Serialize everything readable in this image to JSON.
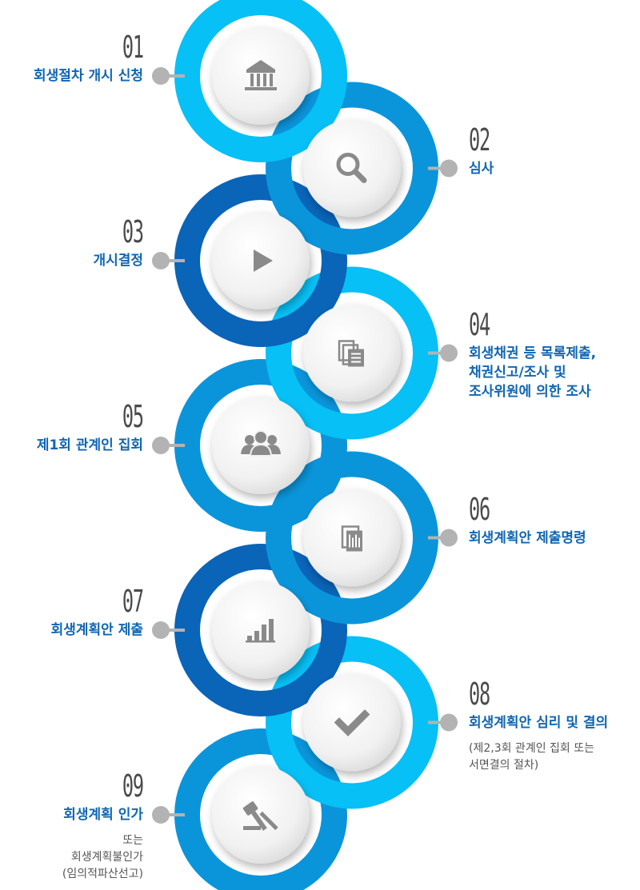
{
  "colors": {
    "light_blue": "#07c0f5",
    "mid_blue": "#0a95db",
    "dark_blue": "#0a64b8",
    "title_blue": "#0f65b2",
    "connector_gray": "#b3b3b3",
    "icon_gray": "#8a8a8a"
  },
  "steps": [
    {
      "number": "01",
      "title_lines": [
        "회생절차 개시 신청"
      ],
      "note_lines": [],
      "icon": "bank-icon"
    },
    {
      "number": "02",
      "title_lines": [
        "심사"
      ],
      "note_lines": [],
      "icon": "search-icon"
    },
    {
      "number": "03",
      "title_lines": [
        "개시결정"
      ],
      "note_lines": [],
      "icon": "play-icon"
    },
    {
      "number": "04",
      "title_lines": [
        "회생채권 등 목록제출,",
        "채권신고/조사 및",
        "조사위원에 의한 조사"
      ],
      "note_lines": [],
      "icon": "documents-icon"
    },
    {
      "number": "05",
      "title_lines": [
        "제1회 관계인 집회"
      ],
      "note_lines": [],
      "icon": "people-group-icon"
    },
    {
      "number": "06",
      "title_lines": [
        "회생계획안 제출명령"
      ],
      "note_lines": [],
      "icon": "report-icon"
    },
    {
      "number": "07",
      "title_lines": [
        "회생계획안 제출"
      ],
      "note_lines": [],
      "icon": "bar-chart-icon"
    },
    {
      "number": "08",
      "title_lines": [
        "회생계획안 심리 및 결의"
      ],
      "note_lines": [
        "(제2,3회 관계인 집회 또는",
        "서면결의 절차)"
      ],
      "icon": "check-icon"
    },
    {
      "number": "09",
      "title_lines": [
        "회생계획 인가"
      ],
      "note_lines": [
        "또는",
        "회생계획불인가",
        "(임의적파산선고)"
      ],
      "icon": "gavel-icon"
    }
  ]
}
